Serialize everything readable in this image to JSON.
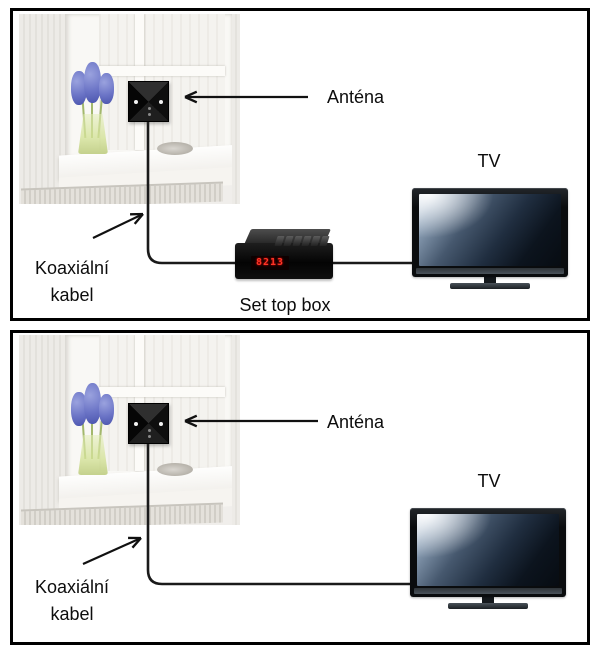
{
  "colors": {
    "panel_border": "#000000",
    "background": "#ffffff",
    "cable": "#1a1a1a",
    "text": "#0d0d0d",
    "led": "#ff3526",
    "flower_blue": "#6b74c6"
  },
  "panels": [
    {
      "id": "with-set-top-box",
      "antenna_label": "Anténa",
      "coax_label_line1": "Koaxiální",
      "coax_label_line2": "kabel",
      "set_top_box_label": "Set top box",
      "set_top_box_led": "8213",
      "tv_label": "TV"
    },
    {
      "id": "direct-to-tv",
      "antenna_label": "Anténa",
      "coax_label_line1": "Koaxiální",
      "coax_label_line2": "kabel",
      "tv_label": "TV"
    }
  ]
}
